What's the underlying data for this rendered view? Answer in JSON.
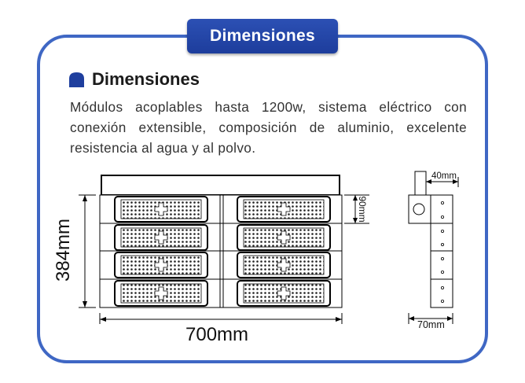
{
  "tab": {
    "label": "Dimensiones"
  },
  "section": {
    "title": "Dimensiones",
    "description": "Módulos acoplables hasta 1200w, sistema eléctrico con conexión extensible, composición de aluminio, excelente resistencia al agua y al polvo."
  },
  "diagram": {
    "front": {
      "width_label": "700mm",
      "height_label": "384mm",
      "module_height_label": "90mm"
    },
    "side": {
      "bracket_label": "40mm",
      "depth_label": "70mm"
    }
  },
  "colors": {
    "border": "#3f67c4",
    "tab": "#2447a8",
    "heading_icon": "#1f3f9e"
  }
}
